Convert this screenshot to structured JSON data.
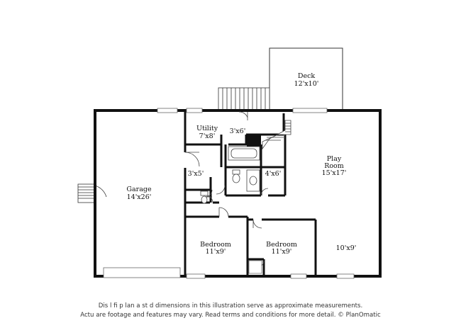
{
  "rooms": {
    "deck": {
      "name": "Deck",
      "dims": "12'x10'"
    },
    "utility": {
      "name": "Utility",
      "dims": "7'x8'"
    },
    "closet_top": {
      "dims": "3'x6'"
    },
    "hall_closet": {
      "dims": "3'x5'"
    },
    "bath": {
      "dims": "4'x6'"
    },
    "play_room": {
      "name": "Play",
      "name2": "Room",
      "dims": "15'x17'"
    },
    "garage": {
      "name": "Garage",
      "dims": "14'x26'"
    },
    "bedroom_1": {
      "name": "Bedroom",
      "dims": "11'x9'"
    },
    "bedroom_2": {
      "name": "Bedroom",
      "dims": "11'x9'"
    },
    "nook": {
      "dims": "10'x9'"
    }
  },
  "disclaimer": {
    "line1": "Dis        l  fi    p lan  a   st   d dimensions in this illustration serve as approximate measurements.",
    "line2": "Actu     are footage and features may vary. Read terms and conditions for more detail. © PlanOmatic"
  }
}
